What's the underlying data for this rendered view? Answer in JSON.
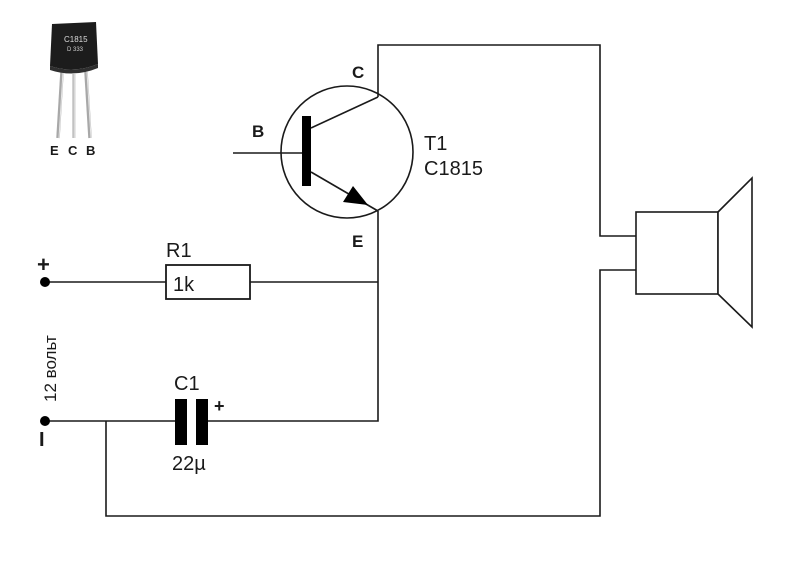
{
  "transistor_photo": {
    "marking_line1": "C1815",
    "marking_line2": "D 333",
    "pins": [
      "E",
      "C",
      "B"
    ]
  },
  "transistor": {
    "ref": "T1",
    "part": "C1815",
    "pin_c": "C",
    "pin_b": "B",
    "pin_e": "E"
  },
  "resistor": {
    "ref": "R1",
    "value": "1k"
  },
  "capacitor": {
    "ref": "C1",
    "value": "22µ",
    "polarity": "+"
  },
  "power": {
    "plus": "+",
    "minus": "I",
    "voltage_label": "12 вольт"
  },
  "colors": {
    "wire": "#1a1a1a",
    "background": "#ffffff",
    "transistor_body": "#1c1c1c",
    "leads": "#b5b5b5"
  }
}
